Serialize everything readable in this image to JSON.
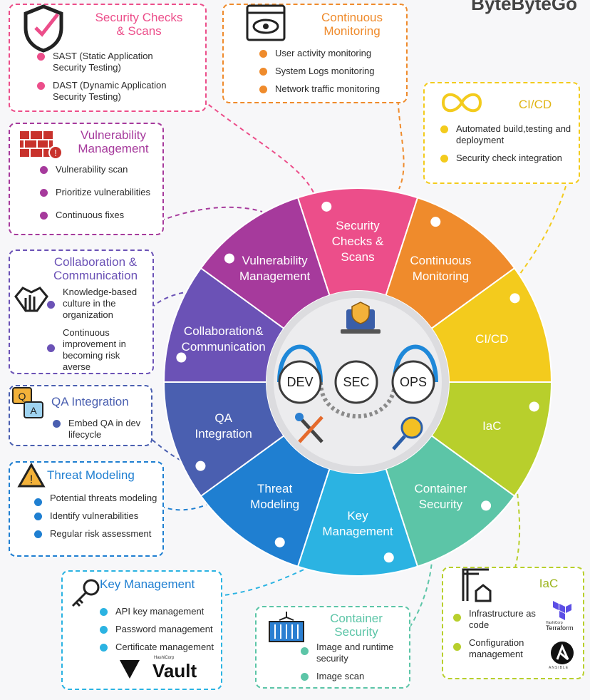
{
  "brand": "ByteByteGo",
  "colors": {
    "pink": "#ec4e8a",
    "orange": "#ef8b2c",
    "yellow": "#f3cb1d",
    "lime": "#b8cf2c",
    "teal": "#5cc5a7",
    "cyan": "#2bb3e2",
    "blue": "#1f7fd1",
    "indigo": "#4a5fb0",
    "purple": "#6b52b6",
    "magenta": "#a63a9c"
  },
  "center": {
    "left": "DEV",
    "middle": "SEC",
    "right": "OPS"
  },
  "segments": [
    {
      "id": "security",
      "lines": [
        "Security",
        "Checks &",
        "Scans"
      ],
      "color": "#ec4e8a"
    },
    {
      "id": "monitoring",
      "lines": [
        "Continuous",
        "Monitoring"
      ],
      "color": "#ef8b2c"
    },
    {
      "id": "cicd",
      "lines": [
        "CI/CD"
      ],
      "color": "#f3cb1d"
    },
    {
      "id": "iac",
      "lines": [
        "IaC"
      ],
      "color": "#b8cf2c"
    },
    {
      "id": "container",
      "lines": [
        "Container",
        "Security"
      ],
      "color": "#5cc5a7"
    },
    {
      "id": "key",
      "lines": [
        "Key",
        "Management"
      ],
      "color": "#2bb3e2"
    },
    {
      "id": "threat",
      "lines": [
        "Threat",
        "Modeling"
      ],
      "color": "#1f7fd1"
    },
    {
      "id": "qa",
      "lines": [
        "QA",
        "Integration"
      ],
      "color": "#4a5fb0"
    },
    {
      "id": "collab",
      "lines": [
        "Collaboration&",
        "Communication"
      ],
      "color": "#6b52b6"
    },
    {
      "id": "vuln",
      "lines": [
        "Vulnerability",
        "Management"
      ],
      "color": "#a63a9c"
    }
  ],
  "cards": {
    "security": {
      "title": "Security Checks\n& Scans",
      "items": [
        "SAST (Static Application Security Testing)",
        "DAST (Dynamic Application Security Testing)"
      ]
    },
    "monitoring": {
      "title": "Continuous\nMonitoring",
      "items": [
        "User activity monitoring",
        "System Logs monitoring",
        "Network traffic monitoring"
      ]
    },
    "cicd": {
      "title": "CI/CD",
      "items": [
        "Automated build,testing and deployment",
        "Security check integration"
      ]
    },
    "vuln": {
      "title": "Vulnerability\nManagement",
      "items": [
        "Vulnerability scan",
        "Prioritize vulnerabilities",
        "Continuous fixes"
      ]
    },
    "collab": {
      "title": "Collaboration &\nCommunication",
      "items": [
        "Knowledge-based culture in the organization",
        "Continuous improvement in becoming risk averse"
      ]
    },
    "qa": {
      "title": "QA Integration",
      "items": [
        "Embed QA in dev lifecycle"
      ]
    },
    "threat": {
      "title": "Threat Modeling",
      "items": [
        "Potential threats modeling",
        "Identify vulnerabilities",
        "Regular risk assessment"
      ]
    },
    "key": {
      "title": "Key Management",
      "items": [
        "API key management",
        "Password management",
        "Certificate management"
      ],
      "logo": "Vault",
      "logo_small": "HashiCorp"
    },
    "container": {
      "title": "Container\nSecurity",
      "items": [
        "Image and runtime security",
        "Image scan"
      ]
    },
    "iac": {
      "title": "IaC",
      "items": [
        "Infrastructure as code",
        "Configuration management"
      ],
      "logo1": "Terraform",
      "logo1_small": "HashiCorp",
      "logo2": "ANSIBLE"
    }
  },
  "icons": {
    "security": "shield-check-icon",
    "monitoring": "eye-monitor-icon",
    "cicd": "infinity-icon",
    "vuln": "firewall-icon",
    "collab": "handshake-icon",
    "qa": "qa-chat-icon",
    "threat": "warning-icon",
    "key": "key-icon",
    "container": "container-icon",
    "iac": "crane-house-icon"
  }
}
